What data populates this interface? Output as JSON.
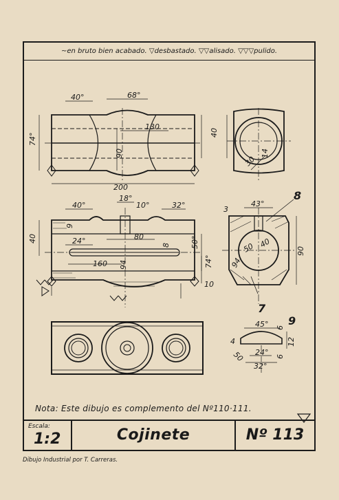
{
  "legend": "~en bruto bien acabado. ▽desbastado. ▽▽alisado. ▽▽▽pulido.",
  "dims": {
    "d40a": "40°",
    "d68": "68°",
    "d74": "74°",
    "d130": "130",
    "d90": "90",
    "d200": "200",
    "d40r": "40",
    "d14": "14",
    "d30": "30",
    "d18": "18°",
    "d10": "10°",
    "d40b": "40°",
    "d32": "32°",
    "d40l": "40",
    "d9": "9",
    "d24": "24°",
    "d80": "80",
    "d8": "8",
    "d50": "50°",
    "d160": "160",
    "d94": "94",
    "d74b": "74°",
    "d10b": "10",
    "d43": "43°",
    "d3": "3",
    "d50b": "50",
    "d40c": "40",
    "d90b": "90",
    "d94b": "94",
    "d45": "45°",
    "d6a": "6",
    "d12": "12",
    "d6b": "6",
    "d4": "4",
    "d50c": "50",
    "d24b": "24°",
    "d32b": "32°"
  },
  "marks": {
    "m8": "8",
    "m9": "9",
    "m7": "7"
  },
  "note": "Nota: Este dibujo es complemento del Nº110·111.",
  "title_block": {
    "scale_label": "Escala:",
    "scale_value": "1:2",
    "title": "Cojinete",
    "number": "Nº 113"
  },
  "credit": "Dibujo Industrial por T. Carreras."
}
